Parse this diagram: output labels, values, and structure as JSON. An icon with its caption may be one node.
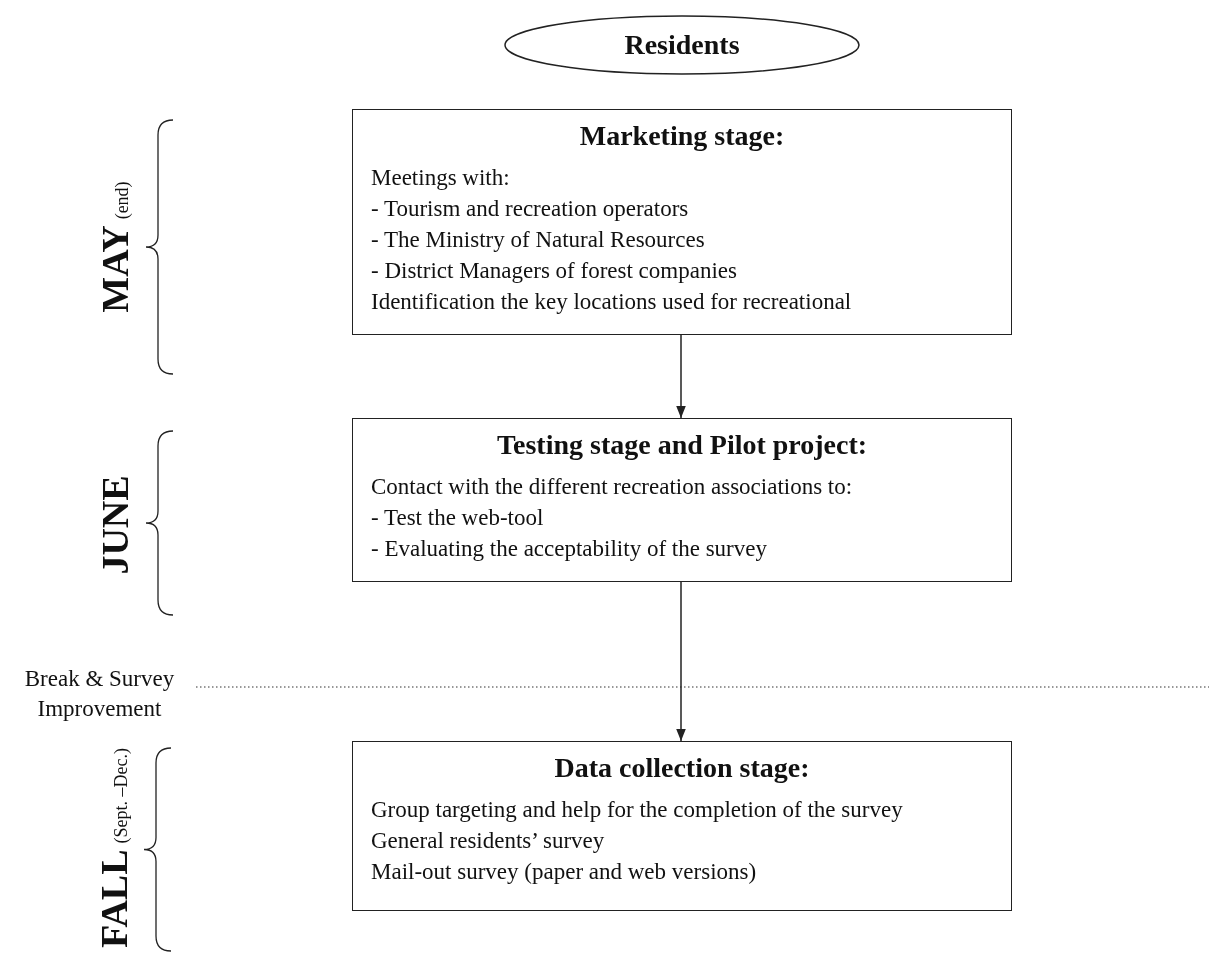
{
  "diagram": {
    "nodes": [
      {
        "text": [
          "Residents"
        ]
      },
      {
        "text": [
          "Marketing stage:",
          "Meetings with:",
          "- Tourism and recreation operators",
          "- The Ministry of Natural Resources",
          "- District Managers of forest companies",
          "Identification the key locations used for recreational"
        ]
      },
      {
        "text": [
          "Testing stage and Pilot project:",
          "Contact with the different recreation associations to:",
          "- Test the web-tool",
          "- Evaluating the acceptability of the survey"
        ]
      },
      {
        "text": [
          "Data collection stage:",
          "Group targeting and help for the completion of the survey",
          "General residents’ survey",
          "Mail-out survey (paper and web versions)"
        ]
      }
    ],
    "edges": [
      {
        "from": 1,
        "to": 2,
        "arrow": "to"
      },
      {
        "from": 2,
        "to": 3,
        "arrow": "to"
      }
    ],
    "labels": [
      "MAY",
      "(end)",
      "JUNE",
      "Break & Survey Improvement",
      "FALL",
      "(Sept. –Dec.)"
    ]
  }
}
